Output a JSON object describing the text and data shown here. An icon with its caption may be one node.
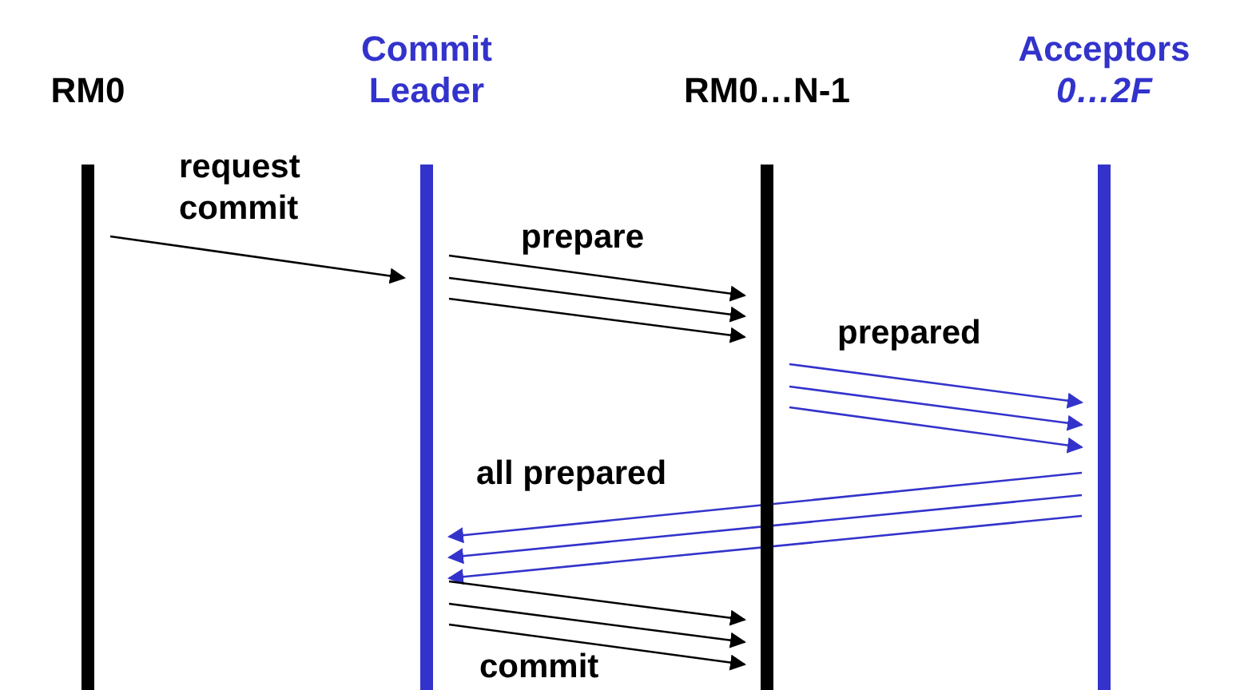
{
  "diagram": {
    "nodes": [
      {
        "text": [
          "RM0"
        ]
      },
      {
        "text": [
          "Commit Leader"
        ]
      },
      {
        "text": [
          "RM0…N-1"
        ]
      },
      {
        "text": [
          "Acceptors",
          "0…2F"
        ]
      }
    ],
    "edges": [
      {
        "from": 0,
        "to": 1,
        "arrow": "to",
        "label": "request commit"
      },
      {
        "from": 1,
        "to": 2,
        "arrow": "to",
        "label": "prepare"
      },
      {
        "from": 1,
        "to": 2,
        "arrow": "to"
      },
      {
        "from": 1,
        "to": 2,
        "arrow": "to"
      },
      {
        "from": 2,
        "to": 3,
        "arrow": "to",
        "color": "#3333cc",
        "label": "prepared"
      },
      {
        "from": 2,
        "to": 3,
        "arrow": "to",
        "color": "#3333cc"
      },
      {
        "from": 2,
        "to": 3,
        "arrow": "to",
        "color": "#3333cc"
      },
      {
        "from": 3,
        "to": 1,
        "arrow": "to",
        "color": "#3333cc",
        "label": "all prepared"
      },
      {
        "from": 3,
        "to": 1,
        "arrow": "to",
        "color": "#3333cc"
      },
      {
        "from": 3,
        "to": 1,
        "arrow": "to",
        "color": "#3333cc"
      },
      {
        "from": 1,
        "to": 2,
        "arrow": "to"
      },
      {
        "from": 1,
        "to": 2,
        "arrow": "to"
      },
      {
        "from": 1,
        "to": 2,
        "arrow": "to",
        "label": "commit"
      }
    ]
  }
}
